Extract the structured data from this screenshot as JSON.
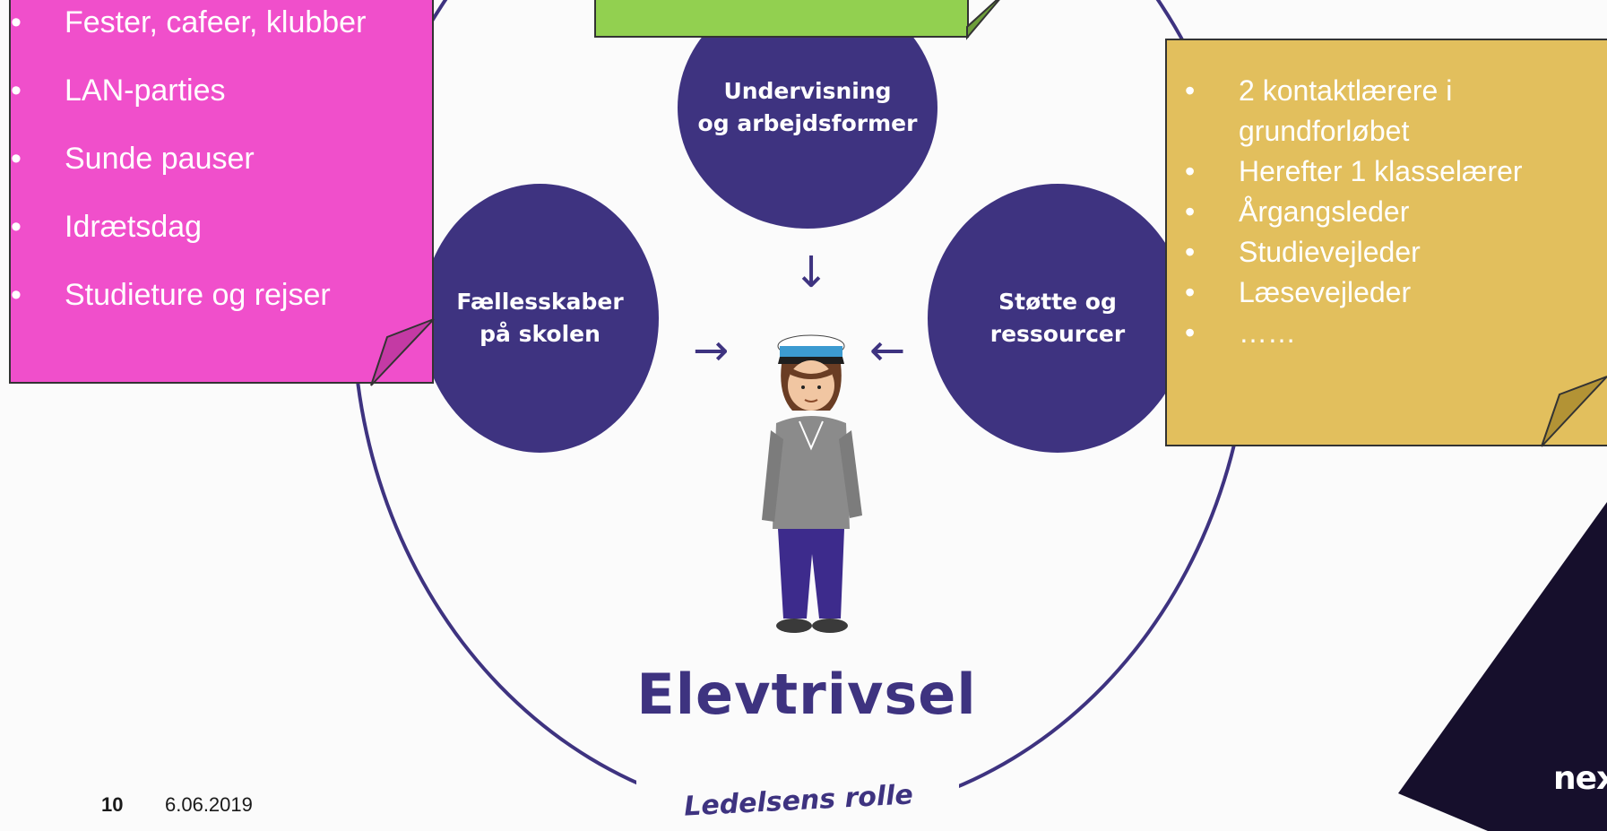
{
  "diagram": {
    "title": "Elevtrivsel",
    "ring_label": "Ledelsens rolle",
    "bubbles": {
      "top": [
        "Undervisning",
        "og arbejdsformer"
      ],
      "left": [
        "Fællesskaber",
        "på skolen"
      ],
      "right": [
        "Støtte og",
        "ressourcer"
      ]
    },
    "arrows": {
      "down": "↓",
      "right": "→",
      "left": "←"
    },
    "colors": {
      "primary": "#3e3380",
      "pink_note": "#f04fcb",
      "yellow_note": "#e2bf5d",
      "green_note": "#92d050"
    }
  },
  "notes": {
    "pink": {
      "items": [
        "Fester, cafeer, klubber",
        "LAN-parties",
        "Sunde pauser",
        "Idrætsdag",
        "Studieture og rejser"
      ]
    },
    "yellow": {
      "items": [
        "2 kontaktlærere i grundforløbet",
        "Herefter 1 klasselærer",
        "Årgangsleder",
        "Studievejleder",
        "Læsevejleder",
        "……"
      ]
    }
  },
  "brand": {
    "logo_main": "next",
    "logo_accent": "x",
    "color_dark": "#160f2c",
    "color_accent": "#ff3a3a"
  },
  "footer": {
    "page_number": "10",
    "date": "6.06.2019"
  }
}
